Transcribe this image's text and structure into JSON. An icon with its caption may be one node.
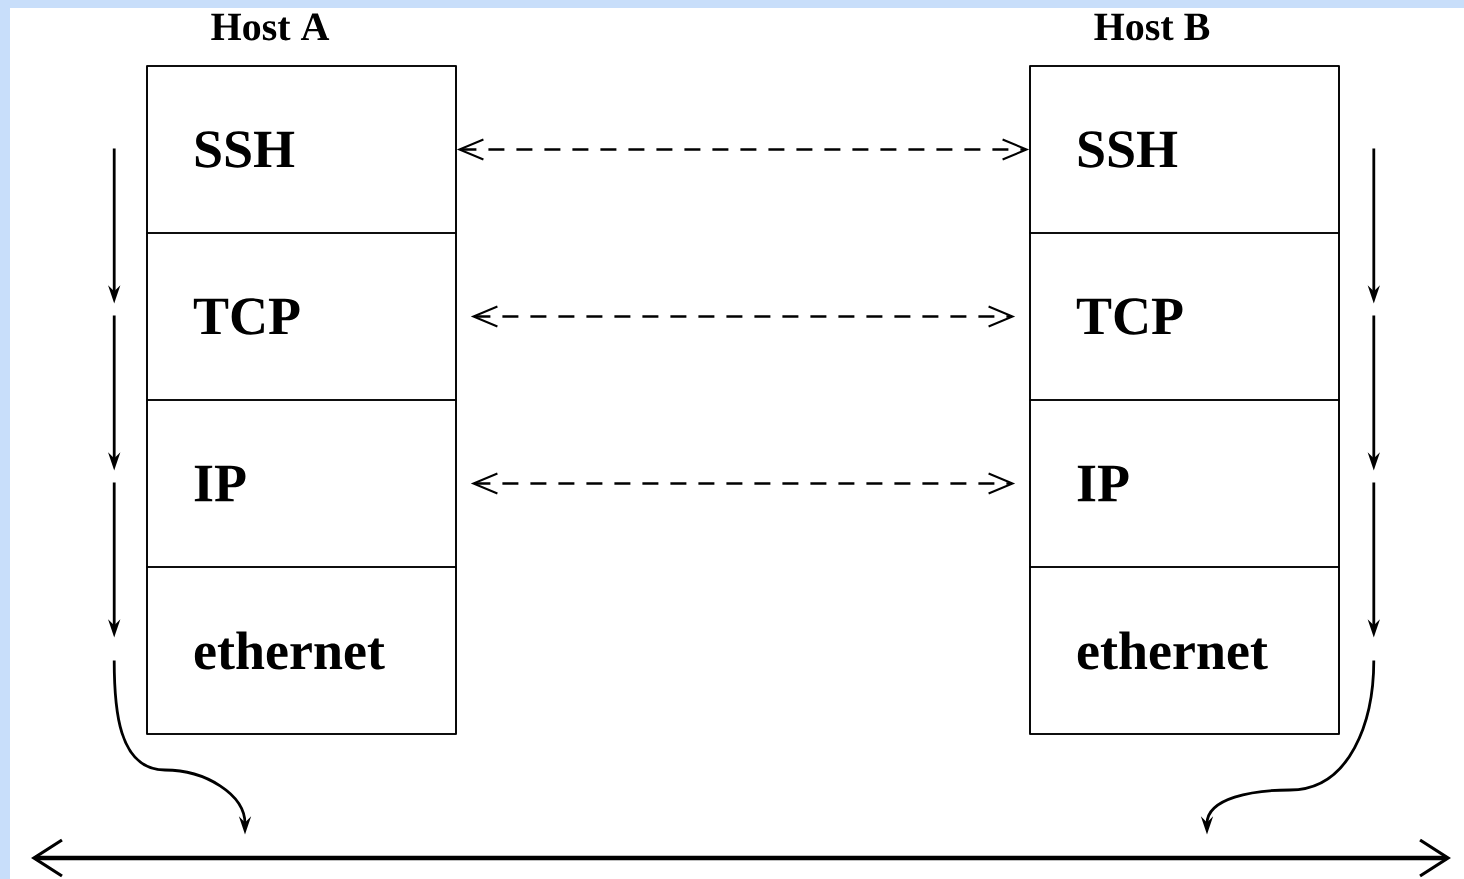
{
  "diagram": {
    "nodes": [
      {
        "text": [
          "Host A"
        ]
      },
      {
        "text": [
          "SSH"
        ],
        "in": 0
      },
      {
        "text": [
          "TCP"
        ],
        "in": 0
      },
      {
        "text": [
          "IP"
        ],
        "in": 0
      },
      {
        "text": [
          "ethernet"
        ],
        "in": 0
      },
      {
        "text": [
          "Host B"
        ]
      },
      {
        "text": [
          "SSH"
        ],
        "in": 5
      },
      {
        "text": [
          "TCP"
        ],
        "in": 5
      },
      {
        "text": [
          "IP"
        ],
        "in": 5
      },
      {
        "text": [
          "ethernet"
        ],
        "in": 5
      },
      {
        "text": [],
        "shape": "line"
      }
    ],
    "edges": [
      {
        "from": 1,
        "to": 6,
        "arrow": "both",
        "style": "dashed"
      },
      {
        "from": 2,
        "to": 7,
        "arrow": "both",
        "style": "dashed"
      },
      {
        "from": 3,
        "to": 8,
        "arrow": "both",
        "style": "dashed"
      },
      {
        "from": 1,
        "to": 2,
        "arrow": "to"
      },
      {
        "from": 2,
        "to": 3,
        "arrow": "to"
      },
      {
        "from": 3,
        "to": 4,
        "arrow": "to"
      },
      {
        "from": 4,
        "to": 10,
        "arrow": "to"
      },
      {
        "from": 6,
        "to": 7,
        "arrow": "to"
      },
      {
        "from": 7,
        "to": 8,
        "arrow": "to"
      },
      {
        "from": 8,
        "to": 9,
        "arrow": "to"
      },
      {
        "from": 9,
        "to": 10,
        "arrow": "to"
      }
    ]
  }
}
